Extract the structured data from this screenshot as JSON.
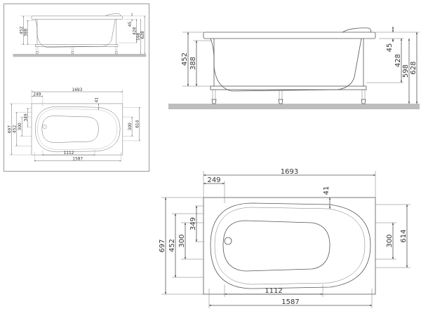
{
  "drawing": {
    "type": "bathtub dimension drawing",
    "colors": {
      "line": "#555555",
      "floor": "#bdbdbd",
      "frame": "#999999"
    },
    "side_view": {
      "dims": {
        "height_rim": "452",
        "depth": "388",
        "rim_thickness": "45",
        "inner_height": "428",
        "total_598": "598",
        "total_628": "628"
      }
    },
    "top_view": {
      "dims": {
        "length": "1693",
        "drain_offset": "249",
        "headrest": "41",
        "width": "697",
        "w452": "452",
        "w349": "349",
        "w300_left": "300",
        "w300_right": "300",
        "w614": "614",
        "frame_1112": "1112",
        "frame_1587": "1587"
      }
    }
  }
}
